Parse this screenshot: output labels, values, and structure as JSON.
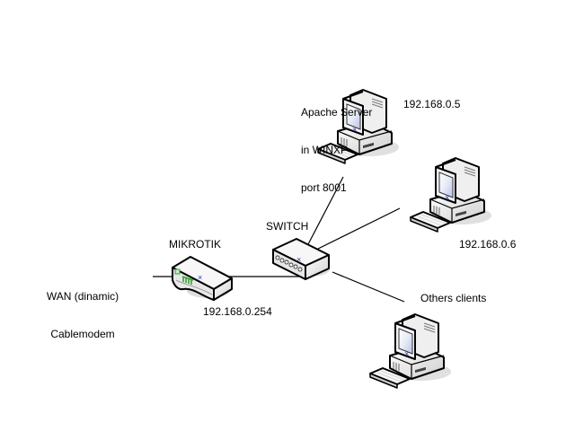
{
  "diagram": {
    "type": "network-topology",
    "nodes": [
      {
        "id": "wan",
        "kind": "label",
        "label_lines": [
          "WAN (dinamic)",
          "Cablemodem"
        ]
      },
      {
        "id": "mikrotik",
        "kind": "router",
        "name": "MIKROTIK",
        "ip": "192.168.0.254"
      },
      {
        "id": "switch",
        "kind": "switch",
        "name": "SWITCH"
      },
      {
        "id": "apache",
        "kind": "workstation",
        "name_lines": [
          "Apache Server",
          "in WINXP",
          "port 8001"
        ],
        "ip": "192.168.0.5"
      },
      {
        "id": "pc2",
        "kind": "workstation",
        "ip": "192.168.0.6"
      },
      {
        "id": "others",
        "kind": "workstation",
        "name": "Others clients"
      }
    ],
    "edges": [
      {
        "from": "wan",
        "to": "mikrotik"
      },
      {
        "from": "mikrotik",
        "to": "switch"
      },
      {
        "from": "switch",
        "to": "apache"
      },
      {
        "from": "switch",
        "to": "pc2"
      },
      {
        "from": "switch",
        "to": "others"
      }
    ],
    "colors": {
      "line": "#000000",
      "device_body": "#f2f2f2",
      "device_shade": "#c8c8c8",
      "screen": "#e8ecf8",
      "shadow": "#dcdcdc",
      "router_led": "#2fa52f",
      "marker": "#2233cc"
    }
  }
}
